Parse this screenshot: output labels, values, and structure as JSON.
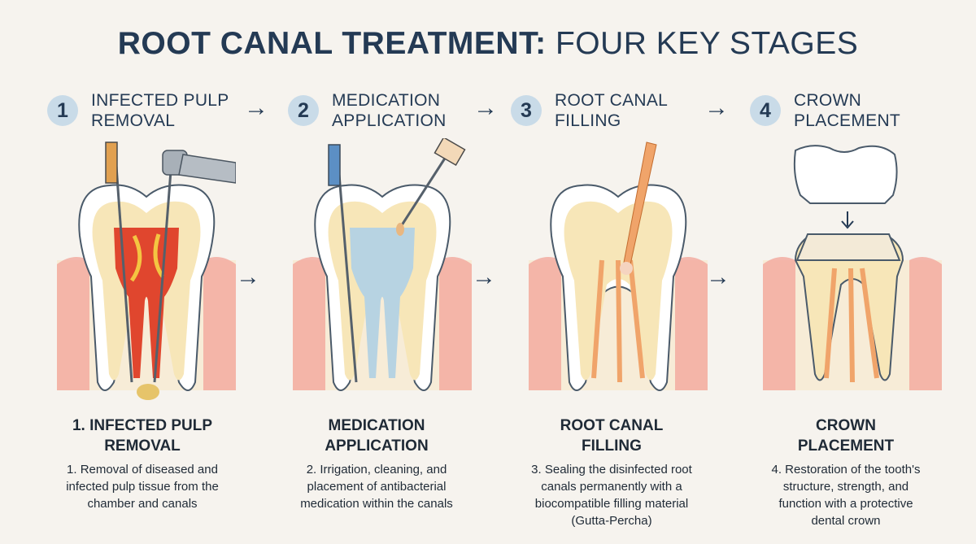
{
  "title": {
    "bold": "ROOT CANAL TREATMENT:",
    "light": "FOUR KEY STAGES"
  },
  "steps": [
    {
      "num": "1",
      "label": "INFECTED PULP\nREMOVAL",
      "caption_title": "1. INFECTED PULP\nREMOVAL",
      "caption": "1. Removal of diseased and\ninfected pulp tissue from the\nchamber and canals"
    },
    {
      "num": "2",
      "label": "MEDICATION\nAPPLICATION",
      "caption_title": "MEDICATION\nAPPLICATION",
      "caption": "2. Irrigation, cleaning, and\nplacement of antibacterial\nmedication within the canals"
    },
    {
      "num": "3",
      "label": "ROOT CANAL\nFILLING",
      "caption_title": "ROOT CANAL\nFILLING",
      "caption": "3. Sealing the disinfected root\ncanals permanently with a\nbiocompatible filling material\n(Gutta-Percha)"
    },
    {
      "num": "4",
      "label": "CROWN\nPLACEMENT",
      "caption_title": "CROWN\nPLACEMENT",
      "caption": "4. Restoration of the tooth's\nstructure, strength, and\nfunction with a protective\ndental crown"
    }
  ],
  "arrow_glyph": "→",
  "colors": {
    "title": "#243a54",
    "badge": "#c9dbe8",
    "gum": "#f2a79c",
    "enamel": "#ffffff",
    "dentin": "#f7e6b8",
    "infection": "#e0462e",
    "gutta_percha": "#f0a46a",
    "medication": "#b7d3e2"
  }
}
